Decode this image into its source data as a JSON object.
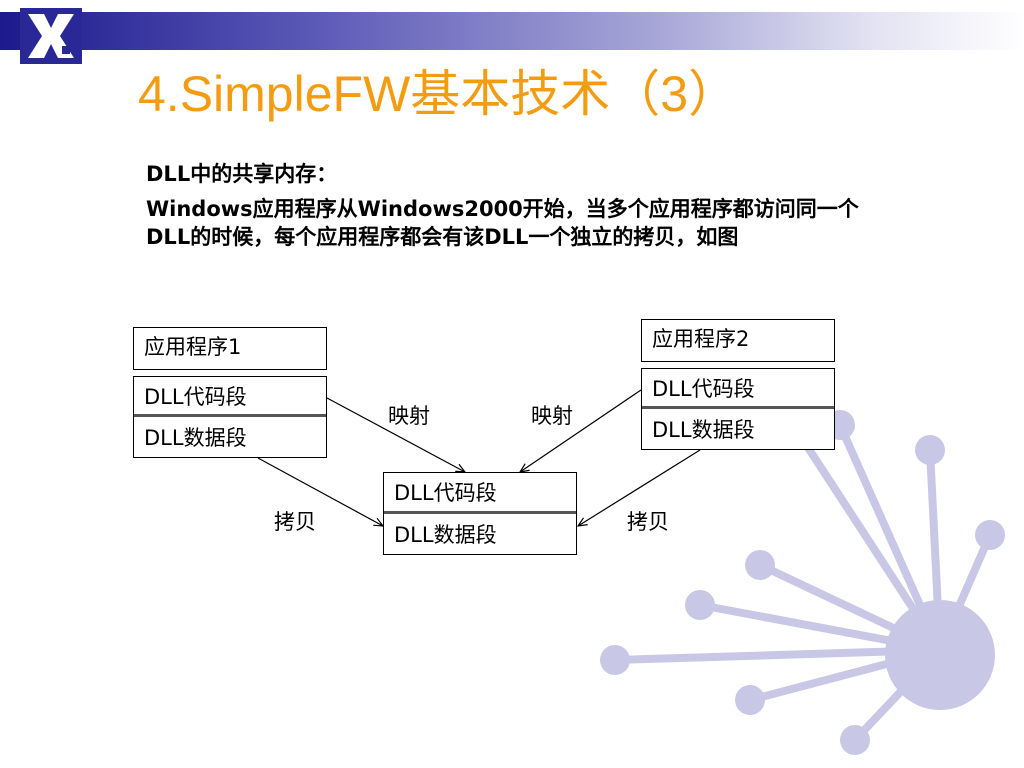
{
  "title": "4.SimpleFW基本技术（3）",
  "body": {
    "line1": "DLL中的共享内存：",
    "line2": "Windows应用程序从Windows2000开始，当多个应用程序都访问同一个DLL的时候，每个应用程序都会有该DLL一个独立的拷贝，如图"
  },
  "diagram": {
    "app1": {
      "name": "应用程序1",
      "code": "DLL代码段",
      "data": "DLL数据段"
    },
    "app2": {
      "name": "应用程序2",
      "code": "DLL代码段",
      "data": "DLL数据段"
    },
    "shared": {
      "code": "DLL代码段",
      "data": "DLL数据段"
    },
    "map_left": "映射",
    "map_right": "映射",
    "copy_left": "拷贝",
    "copy_right": "拷贝"
  },
  "colors": {
    "title": "#f39c12",
    "bar_dark": "#1c1a8c",
    "deco": "#c8c8e6"
  }
}
